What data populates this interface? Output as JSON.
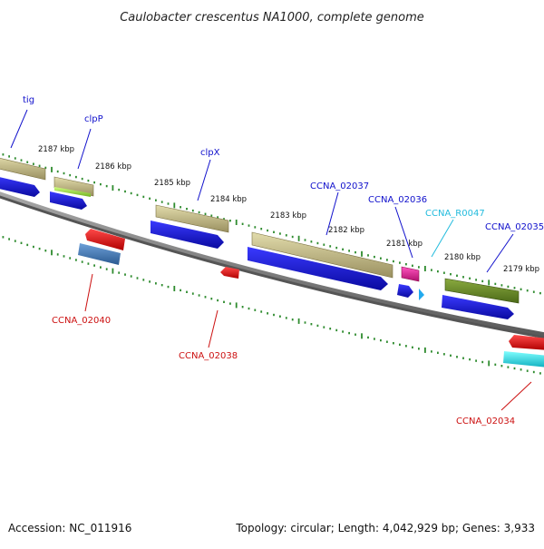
{
  "title": "Caulobacter crescentus NA1000, complete genome",
  "footer": {
    "accession": "Accession: NC_011916",
    "topology": "Topology: circular; Length: 4,042,929 bp; Genes: 3,933"
  },
  "kbp_labels": [
    "2187 kbp",
    "2186 kbp",
    "2185 kbp",
    "2184 kbp",
    "2183 kbp",
    "2182 kbp",
    "2181 kbp",
    "2180 kbp",
    "2179 kbp"
  ],
  "gene_labels": {
    "tig": "tig",
    "clpP": "clpP",
    "clpX": "clpX",
    "ccna_02037": "CCNA_02037",
    "ccna_02036": "CCNA_02036",
    "ccna_r0047": "CCNA_R0047",
    "ccna_02035": "CCNA_02035",
    "ccna_02040": "CCNA_02040",
    "ccna_02038": "CCNA_02038",
    "ccna_02034": "CCNA_02034"
  },
  "colors": {
    "backbone": "#7a7a7a",
    "ticks": "#2e8b2e",
    "forward_label": "#1010cc",
    "reverse_label": "#cc1010",
    "rna_label": "#22bbdd",
    "cds_blue": "#1a1aee",
    "gene_khaki": "#c8c08a",
    "gene_green": "#7aa040",
    "gene_red": "#ee1111",
    "gene_magenta": "#ee1aa0",
    "gene_steel": "#4a7fb8",
    "gene_cyan": "#22e4ee",
    "gene_lime": "#a8f040",
    "rna_arrow": "#22aaee"
  }
}
